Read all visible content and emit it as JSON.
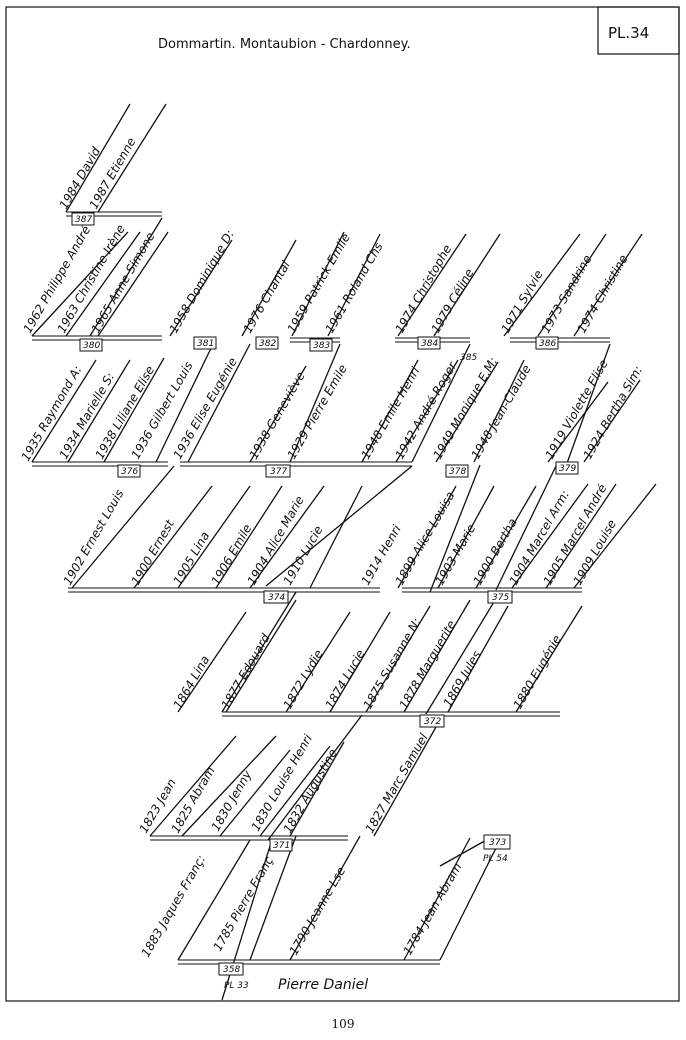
{
  "title": "Dommartin. Montaubion - Chardonney.",
  "plate": "PL.34",
  "page_number": "109",
  "root": "Pierre Daniel",
  "refs": {
    "pl33": "PL 33",
    "pl54": "PL 54",
    "ref385": "385"
  },
  "families": [
    {
      "id": "358",
      "children": [
        "1883 Jaques Franç:",
        "1785 Pierre Franç",
        "1790 Jeanne Lse",
        "1784 Jean Abram"
      ]
    },
    {
      "id": "373",
      "children": []
    },
    {
      "id": "371",
      "children": [
        "1823 Jean",
        "1825 Abram",
        "1830 Jenny",
        "1830 Louise Henri",
        "1832 Augustine",
        "1827 Marc Samuel"
      ]
    },
    {
      "id": "372",
      "children": [
        "1864 Lina",
        "1877 Edouard",
        "1872 Lydie",
        "1874 Lucie",
        "1875 Susanne N:",
        "1878 Marguerite",
        "1869 Jules",
        "1880 Eugénie"
      ]
    },
    {
      "id": "374",
      "children": [
        "1902 Ernest Louis",
        "1900 Ernest",
        "1905 Lina",
        "1906 Emile",
        "1904 Alice Marie",
        "1910 Lucie",
        "1914 Henri"
      ]
    },
    {
      "id": "375",
      "children": [
        "1899 Alice Louisa",
        "1903 Marie",
        "1900 Bertha",
        "1904 Marcel Arm:",
        "1905 Marcel André",
        "1909 Louise"
      ]
    },
    {
      "id": "376",
      "children": [
        "1935 Raymond A:",
        "1934 Marielle S:",
        "1938 Liliane Elise",
        "1936 Gilbert Louis"
      ]
    },
    {
      "id": "377",
      "children": [
        "1936 Elise Eugénie",
        "1938 Geneviève",
        "1929 Pierre Emile",
        "1948 Emile Henri",
        "1942 André Roger"
      ]
    },
    {
      "id": "378",
      "children": [
        "1949 Monique E.M:",
        "1948 Jean-Claude"
      ]
    },
    {
      "id": "379",
      "children": [
        "1919 Violette Elise",
        "1924 Bertha Sim:"
      ]
    },
    {
      "id": "380",
      "children": [
        "1962 Philippe André",
        "1963 Christine Irène",
        "1965 Anne Simone"
      ]
    },
    {
      "id": "381",
      "children": [
        "1958 Dominique D:"
      ]
    },
    {
      "id": "382",
      "children": [
        "1976 Chantal"
      ]
    },
    {
      "id": "383",
      "children": [
        "1959 Patrick Emile",
        "1961 Roland Chs"
      ]
    },
    {
      "id": "384",
      "children": [
        "1974 Christophe",
        "1979 Céline"
      ]
    },
    {
      "id": "386",
      "children": [
        "1971 Sylvie",
        "1973 Sandrine",
        "1974 Christine"
      ]
    },
    {
      "id": "387",
      "children": [
        "1984 David",
        "1987 Etienne"
      ]
    }
  ]
}
